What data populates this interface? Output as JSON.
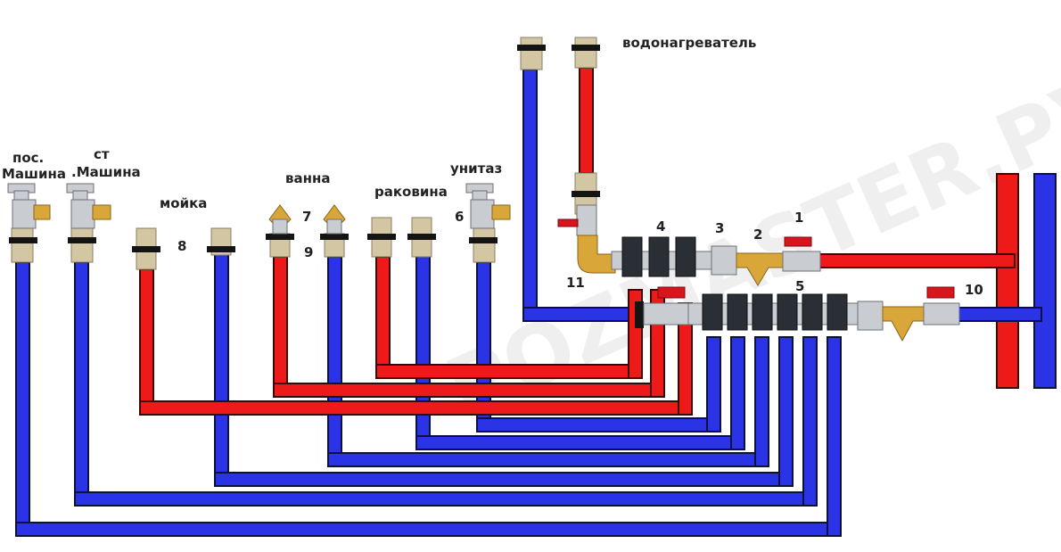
{
  "labels": {
    "washing_machine": [
      "пос.",
      "Машина"
    ],
    "washer_two": [
      "ст",
      ".Машина"
    ],
    "sink": "мойка",
    "bath": "ванна",
    "basin": "раковина",
    "toilet": "унитаз",
    "water_heater": "водонагреватель"
  },
  "numbers": {
    "n1": "1",
    "n2": "2",
    "n3": "3",
    "n4": "4",
    "n5": "5",
    "n6": "6",
    "n7": "7",
    "n8": "8",
    "n9": "9",
    "n10": "10",
    "n11": "11"
  },
  "watermark": "POZMASTER.РУ",
  "colors": {
    "cold": "#2b33e6",
    "hot": "#ee1a1a",
    "fitting": "#d2c6a3",
    "brass": "#d9a63a"
  }
}
